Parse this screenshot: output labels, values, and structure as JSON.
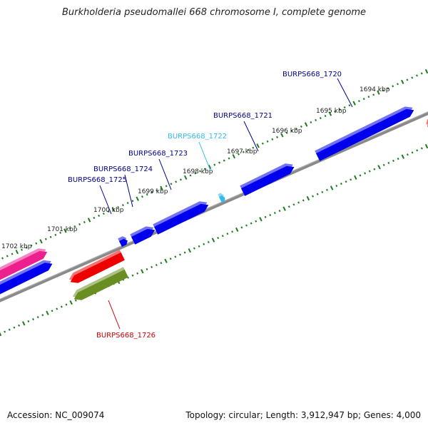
{
  "title": "Burkholderia pseudomallei 668 chromosome I, complete genome",
  "footer": {
    "accession": "Accession: NC_009074",
    "summary": "Topology: circular; Length: 3,912,947 bp; Genes: 4,000"
  },
  "colors": {
    "backbone": "#8a8a8a",
    "tick": "#1e7a1e",
    "gene_forward": "#0000ee",
    "gene_highlight": "#33bbee",
    "gene_reverse_red": "#ee0000",
    "gene_olive": "#6b8e23",
    "gene_magenta": "#ee1f8f",
    "label_default": "#00008b",
    "label_highlight": "#33bbee",
    "label_red": "#cc0000"
  },
  "ticks": [
    "1694 kbp",
    "1695 kbp",
    "1696 kbp",
    "1697 kbp",
    "1698 kbp",
    "1699 kbp",
    "1700 kbp",
    "1701 kbp",
    "1702 kbp"
  ],
  "gene_labels": [
    {
      "id": "BURPS668_1720",
      "color": "label_default"
    },
    {
      "id": "BURPS668_1721",
      "color": "label_default"
    },
    {
      "id": "BURPS668_1722",
      "color": "label_highlight"
    },
    {
      "id": "BURPS668_1723",
      "color": "label_default"
    },
    {
      "id": "BURPS668_1724",
      "color": "label_default"
    },
    {
      "id": "BURPS668_1725",
      "color": "label_default"
    },
    {
      "id": "BURPS668_1726",
      "color": "label_red"
    }
  ]
}
